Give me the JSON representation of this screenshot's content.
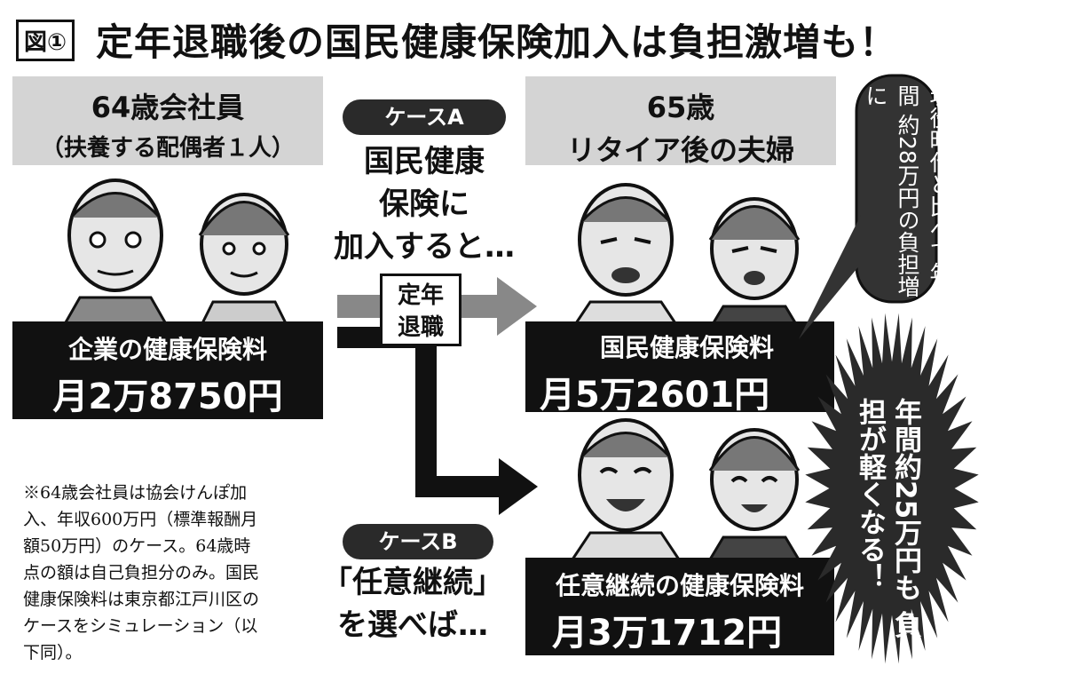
{
  "figure_label": "図①",
  "title": "定年退職後の国民健康保険加入は負担激増も！",
  "before": {
    "heading": "64歳会社員",
    "subheading": "（扶養する配偶者１人）",
    "fee_label": "企業の健康保険料",
    "fee_amount": "月2万8750円"
  },
  "case_a": {
    "badge": "ケースA",
    "text_lines": [
      "国民健康",
      "保険に",
      "加入すると…"
    ]
  },
  "retirement": {
    "lines": [
      "定年",
      "退職"
    ]
  },
  "after": {
    "heading": "65歳",
    "subheading": "リタイア後の夫婦",
    "nhi_fee_label": "国民健康保険料",
    "nhi_fee_amount": "月5万2601円",
    "voluntary_fee_label": "任意継続の健康保険料",
    "voluntary_fee_amount": "月3万1712円"
  },
  "speech_bubble": {
    "lines": [
      "現役時代と比べて年間",
      "約28万円の負担増に"
    ]
  },
  "burst": {
    "lines": [
      "年間約25万円も",
      "負担が軽くなる！"
    ]
  },
  "case_b": {
    "badge": "ケースB",
    "text_lines": [
      "「任意継続」",
      "を選べば…"
    ]
  },
  "footnote": "※64歳会社員は協会けんぽ加入、年収600万円（標準報酬月額50万円）のケース。64歳時点の額は自己負担分のみ。国民健康保険料は東京都江戸川区のケースをシミュレーション（以下同）。"
}
